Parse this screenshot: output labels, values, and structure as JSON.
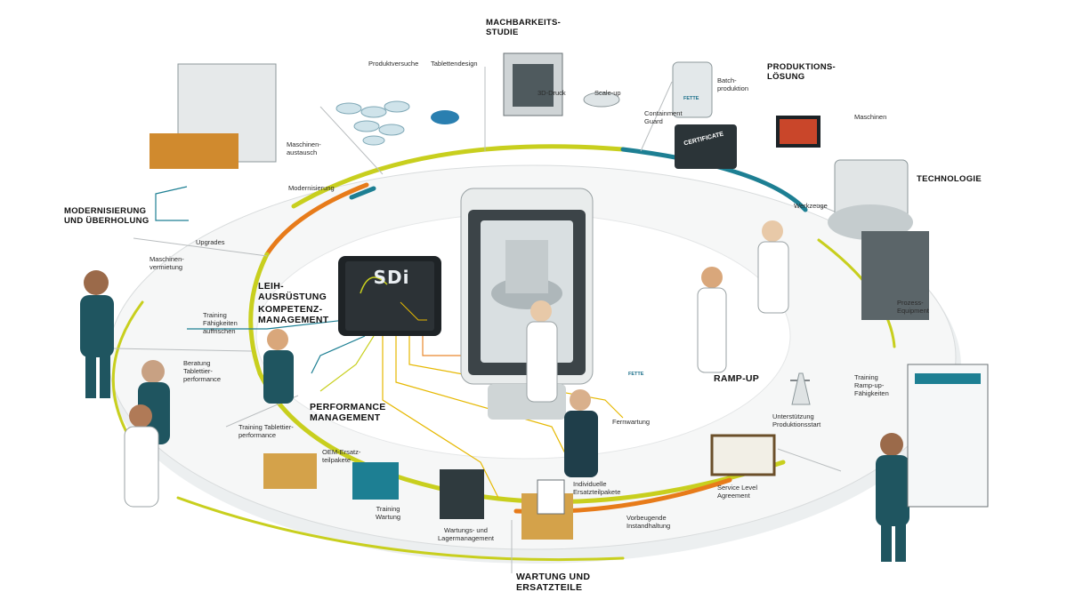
{
  "diagram": {
    "center_logo": "SDi",
    "certificate_text": "CERTIFICATE",
    "brand_marks": [
      "FETTE",
      "FETTE"
    ],
    "colors": {
      "ring_teal": "#1d7f93",
      "ring_yellow": "#c8cf1e",
      "ring_orange": "#e77b1a",
      "ring_grey": "#8a9296",
      "connector_yellow": "#e6b800",
      "connector_orange": "#e9882d",
      "uniform_teal": "#1f5560",
      "machine_dark": "#3c4448"
    },
    "headers": {
      "machbarkeit": "MACHBARKEITS-\nSTUDIE",
      "produktion": "PRODUKTIONS-\nLÖSUNG",
      "technologie": "TECHNOLOGIE",
      "modernisierung": "MODERNISIERUNG\nUND ÜBERHOLUNG",
      "leih": "LEIH-\nAUSRÜSTUNG",
      "kompetenz": "KOMPETENZ-\nMANAGEMENT",
      "performance": "PERFORMANCE\nMANAGEMENT",
      "rampup": "RAMP-UP",
      "wartung": "WARTUNG UND\nERSATZTEILE"
    },
    "labels": {
      "produktversuche": "Produktversuche",
      "tablettendesign": "Tablettendesign",
      "dreid_druck": "3D-Druck",
      "scaleup": "Scale-up",
      "containment": "Containment\nGuard",
      "batch": "Batch-\nproduktion",
      "maschinen": "Maschinen",
      "werkzeuge": "Werkzeuge",
      "prozess": "Prozess-\nEquipment",
      "maschinen_austausch": "Maschinen-\naustausch",
      "modernisierung_small": "Modernisierung",
      "upgrades": "Upgrades",
      "maschinenvermietung": "Maschinen-\nvermietung",
      "training_faehigkeiten": "Training\nFähigkeiten\nauffrischen",
      "beratung": "Beratung\nTablettier-\nperformance",
      "training_tablettier": "Training Tablettier-\nperformance",
      "oem": "OEM-Ersatz-\nteilpakete",
      "training_wartung": "Training\nWartung",
      "wartungs_lager": "Wartungs- und\nLagermanagement",
      "individuelle": "Individuelle\nErsatzteilpakete",
      "fernwartung": "Fernwartung",
      "vorbeugende": "Vorbeugende\nInstandhaltung",
      "service_level": "Service Level\nAgreement",
      "unterstuetzung": "Unterstützung\nProduktionsstart",
      "training_rampup": "Training\nRamp-up-\nFähigkeiten"
    }
  }
}
